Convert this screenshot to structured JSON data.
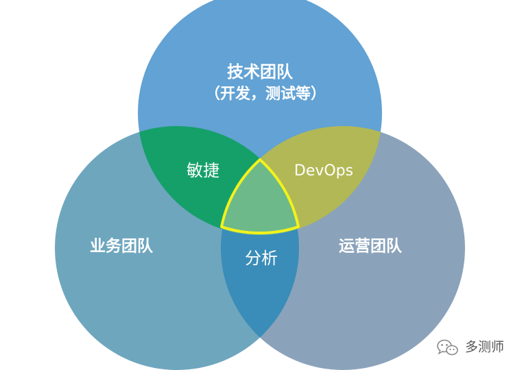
{
  "diagram": {
    "top_circle": {
      "line1": "技术团队",
      "line2": "（开发，测试等）",
      "color": "#62A2D4"
    },
    "left_circle": {
      "label": "业务团队",
      "color": "#6EA6BE"
    },
    "right_circle": {
      "label": "运营团队",
      "color": "#8BA3BA"
    },
    "overlaps": {
      "top_left": {
        "label": "敏捷",
        "color": "#15A06A"
      },
      "top_right": {
        "label": "DevOps",
        "color": "#B2B855"
      },
      "left_right": {
        "label": "分析",
        "color": "#3A8DB8"
      },
      "center": {
        "color": "#6DB98A",
        "outline_color": "#F2F21C"
      }
    }
  },
  "watermark": {
    "icon": "wechat-icon",
    "text": "多测师"
  }
}
